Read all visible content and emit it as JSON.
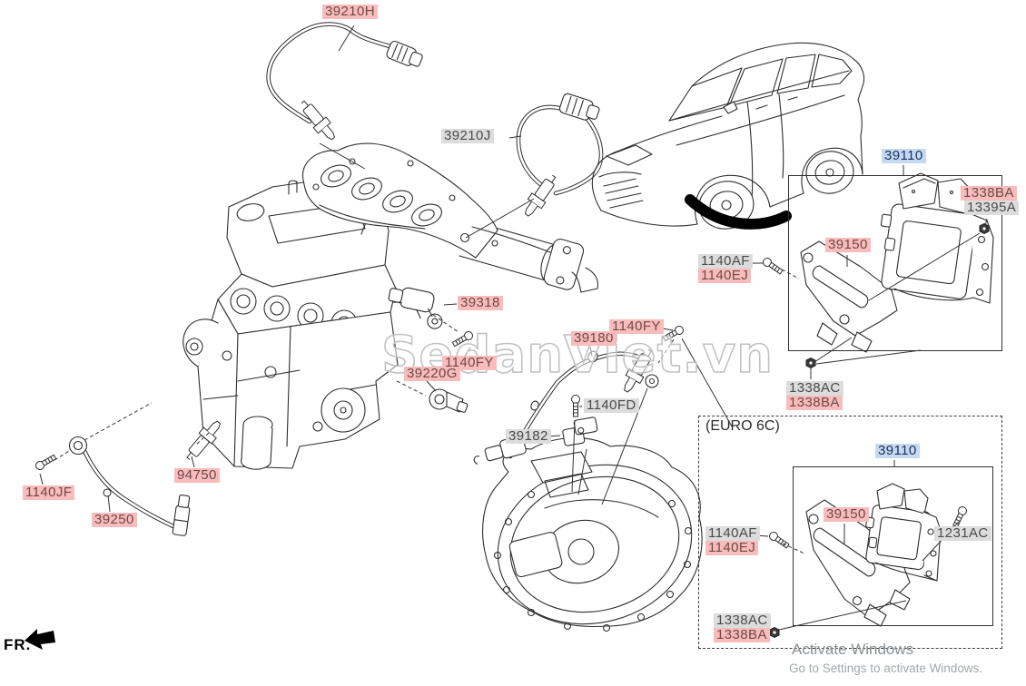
{
  "diagram": {
    "front_marker": "FR.",
    "euro_section_title": "(EURO 6C)",
    "highlight_colors": {
      "pink": "#f8bcbc",
      "gray": "#dcdcdc",
      "blue": "#c5d9f1"
    },
    "part_labels": [
      {
        "text": "39210H",
        "highlight": "pink"
      },
      {
        "text": "39210J",
        "highlight": "gray"
      },
      {
        "text": "39110",
        "highlight": "blue"
      },
      {
        "text": "1338BA",
        "highlight": "pink"
      },
      {
        "text": "13395A",
        "highlight": "gray"
      },
      {
        "text": "39150",
        "highlight": "pink"
      },
      {
        "text": "1140AF",
        "highlight": "gray"
      },
      {
        "text": "1140EJ",
        "highlight": "pink"
      },
      {
        "text": "39318",
        "highlight": "pink"
      },
      {
        "text": "1140FY",
        "highlight": "pink"
      },
      {
        "text": "39220G",
        "highlight": "pink"
      },
      {
        "text": "39180",
        "highlight": "pink"
      },
      {
        "text": "1140FY",
        "highlight": "pink"
      },
      {
        "text": "1140FD",
        "highlight": "gray"
      },
      {
        "text": "39182",
        "highlight": "gray"
      },
      {
        "text": "1338AC",
        "highlight": "gray"
      },
      {
        "text": "1338BA",
        "highlight": "pink"
      },
      {
        "text": "94750",
        "highlight": "pink"
      },
      {
        "text": "1140JF",
        "highlight": "pink"
      },
      {
        "text": "39250",
        "highlight": "pink"
      },
      {
        "text": "39110",
        "highlight": "blue"
      },
      {
        "text": "39150",
        "highlight": "pink"
      },
      {
        "text": "1140AF",
        "highlight": "gray"
      },
      {
        "text": "1140EJ",
        "highlight": "pink"
      },
      {
        "text": "1231AC",
        "highlight": "gray"
      },
      {
        "text": "1338AC",
        "highlight": "gray"
      },
      {
        "text": "1338BA",
        "highlight": "pink"
      }
    ]
  },
  "watermarks": {
    "brand": "SedanViet.vn",
    "activate_line1": "Activate Windows",
    "activate_line2": "Go to Settings to activate Windows."
  }
}
